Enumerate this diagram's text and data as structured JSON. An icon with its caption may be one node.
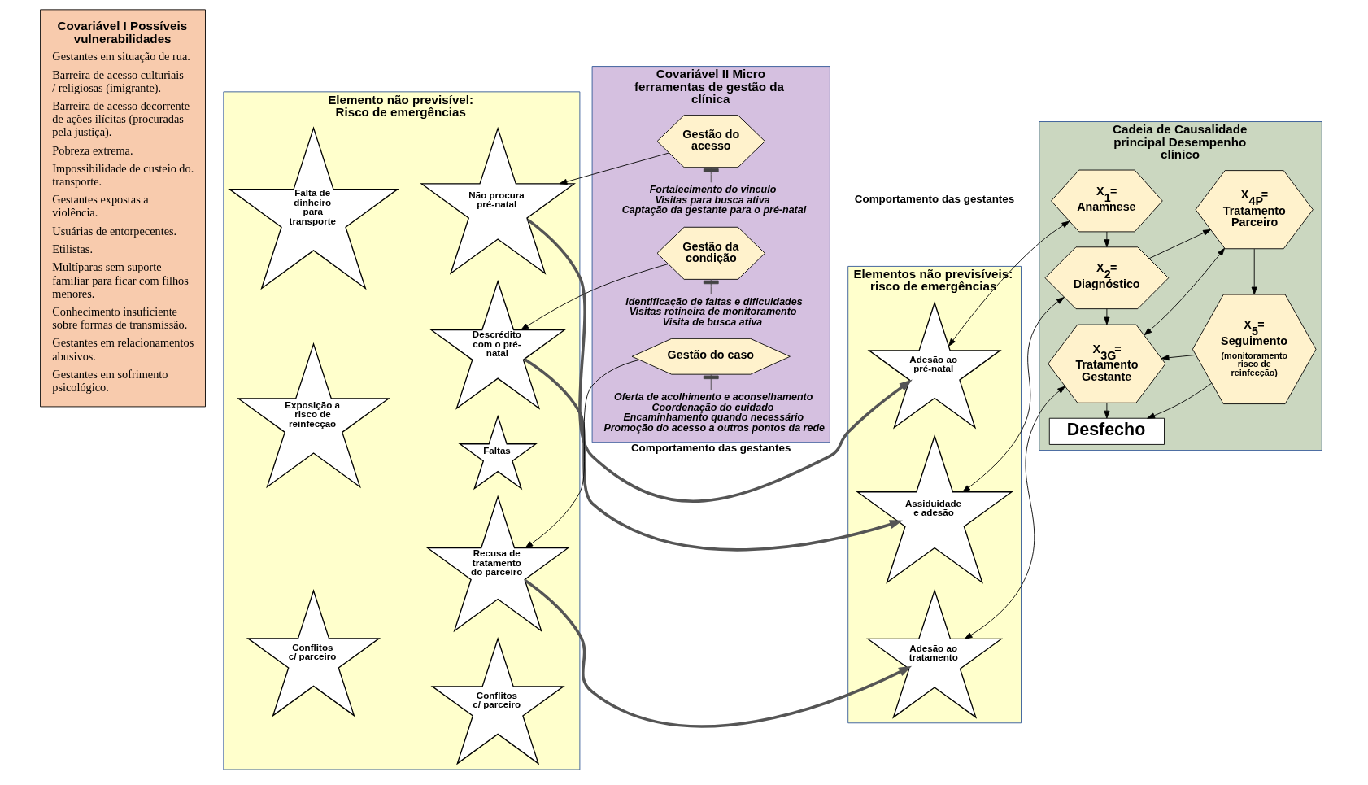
{
  "diagram": {
    "nodes": [
      {
        "text": [
          "Covariável I Possíveis vulnerabilidades",
          "Gestantes em situação de rua.",
          "Barreira de acesso culturiais / religiosas (imigrante).",
          "Barreira de acesso decorrente de ações ilícitas (procuradas pela justiça).",
          "Pobreza extrema.",
          "Impossibilidade de custeio do. transporte.",
          "Gestantes expostas a violência.",
          "Usuárias de entorpecentes.",
          "Etilistas.",
          "Multíparas sem suporte familiar para ficar com filhos menores.",
          "Conhecimento insuficiente sobre formas de transmissão.",
          "Gestantes em relacionamentos abusivos.",
          "Gestantes em sofrimento psicológico."
        ]
      },
      {
        "text": [
          "Elemento não previsível: Risco de emergências"
        ]
      },
      {
        "text": [
          "Não procura pré-natal"
        ],
        "in": 1
      },
      {
        "text": [
          "Falta de dinheiro para transporte"
        ],
        "in": 1
      },
      {
        "text": [
          "Descrédito com o pré-natal"
        ],
        "in": 1
      },
      {
        "text": [
          "Faltas"
        ],
        "in": 1
      },
      {
        "text": [
          "Exposição a risco de reinfecção"
        ],
        "in": 1
      },
      {
        "text": [
          "Recusa de tratamento do parceiro"
        ],
        "in": 1
      },
      {
        "text": [
          "Conflitos c/ parceiro"
        ],
        "in": 1
      },
      {
        "text": [
          "Conflitos c/ parceiro"
        ],
        "in": 1
      },
      {
        "text": [
          "Covariável II Micro ferramentas de gestão da clínica"
        ]
      },
      {
        "text": [
          "Gestão do acesso"
        ],
        "in": 10,
        "beside": [
          "Fortalecimento do vinculo",
          "Visitas para busca ativa",
          "Captação da gestante para o pré-natal"
        ]
      },
      {
        "text": [
          "Gestão da condição"
        ],
        "in": 10,
        "beside": [
          "Identificação de faltas e dificuldades",
          "Visitas rotineira de monitoramento",
          "Visita de busca ativa"
        ]
      },
      {
        "text": [
          "Gestão do caso"
        ],
        "in": 10,
        "beside": [
          "Oferta de acolhimento e aconselhamento",
          "Coordenação do cuidado",
          "Encaminhamento quando necessário",
          "Promoção do acesso a outros pontos da rede"
        ]
      },
      {
        "text": [
          "Elementos não previsíveis: risco de emergências"
        ]
      },
      {
        "text": [
          "Adesão ao pré-natal"
        ],
        "in": 14
      },
      {
        "text": [
          "Assiduidade e adesão"
        ],
        "in": 14
      },
      {
        "text": [
          "Adesão ao tratamento"
        ],
        "in": 14
      },
      {
        "text": [
          "Cadeia de Causalidade principal Desempenho clínico"
        ]
      },
      {
        "text": [
          "X$_{1}$=",
          "Anamnese"
        ],
        "in": 18
      },
      {
        "text": [
          "X$_{2}$=",
          "Diagnóstico"
        ],
        "in": 18
      },
      {
        "text": [
          "X$_{3G}$=",
          "Tratamento Gestante"
        ],
        "in": 18
      },
      {
        "text": [
          "X$_{4P}$=",
          "Tratamento Parceiro"
        ],
        "in": 18
      },
      {
        "text": [
          "X$_{5}$=",
          "Seguimento",
          "(monitoramento risco de reinfecção)"
        ],
        "in": 18
      },
      {
        "text": [
          "Desfecho"
        ],
        "in": 18
      }
    ],
    "edges": [
      {
        "from": 11,
        "to": 2,
        "arrow": "to"
      },
      {
        "from": 12,
        "to": 4,
        "arrow": "to"
      },
      {
        "from": 13,
        "to": 7,
        "arrow": "to"
      },
      {
        "from": 2,
        "to": 15,
        "arrow": "to",
        "style": "thick",
        "label": "Comportamento das gestantes"
      },
      {
        "from": 4,
        "to": 16,
        "arrow": "to",
        "style": "thick"
      },
      {
        "from": 7,
        "to": 17,
        "arrow": "to",
        "style": "thick"
      },
      {
        "from": 15,
        "to": 19,
        "arrow": "both"
      },
      {
        "from": 16,
        "to": 20,
        "arrow": "both"
      },
      {
        "from": 17,
        "to": 21,
        "arrow": "both"
      },
      {
        "from": 19,
        "to": 20,
        "arrow": "to"
      },
      {
        "from": 20,
        "to": 21,
        "arrow": "to"
      },
      {
        "from": 20,
        "to": 22,
        "arrow": "to"
      },
      {
        "from": 21,
        "to": 22,
        "arrow": "both"
      },
      {
        "from": 22,
        "to": 23,
        "arrow": "to"
      },
      {
        "from": 23,
        "to": 21,
        "arrow": "to"
      },
      {
        "from": 21,
        "to": 24,
        "arrow": "to"
      },
      {
        "from": 23,
        "to": 24,
        "arrow": "to"
      }
    ],
    "labels": [
      "Comportamento das gestantes"
    ]
  }
}
